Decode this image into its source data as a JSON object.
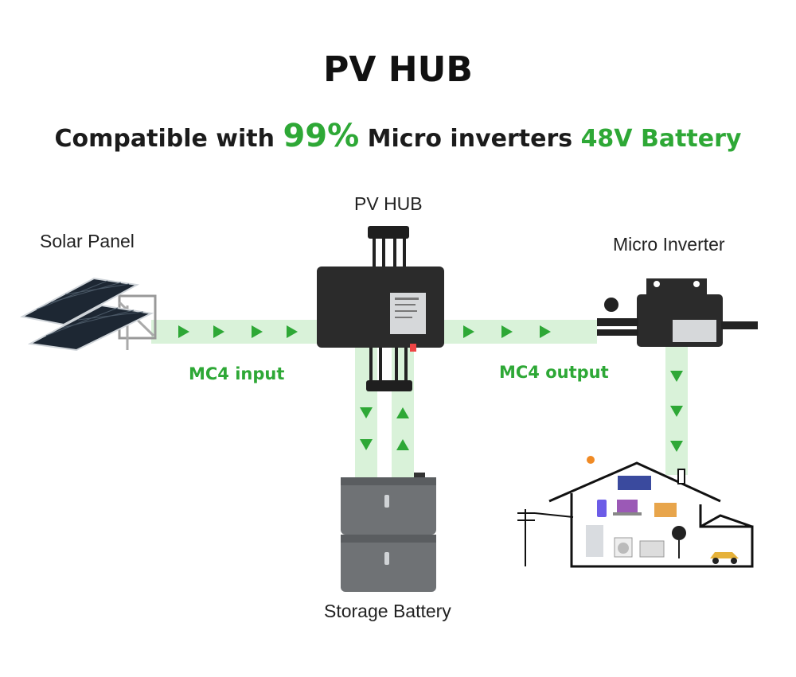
{
  "title": "PV HUB",
  "subtitle": {
    "part1": "Compatible with",
    "percent": "99%",
    "part2": "Micro inverters",
    "battery": "48V Battery"
  },
  "labels": {
    "solar_panel": "Solar Panel",
    "pv_hub": "PV HUB",
    "micro_inverter": "Micro Inverter",
    "storage_battery": "Storage Battery",
    "mc4_input": "MC4 input",
    "mc4_output": "MC4 output"
  },
  "colors": {
    "flow_green": "#2ea836",
    "flow_band": "#d9f2d9",
    "device_dark": "#2b2b2b",
    "battery_grey": "#7a7d80"
  }
}
